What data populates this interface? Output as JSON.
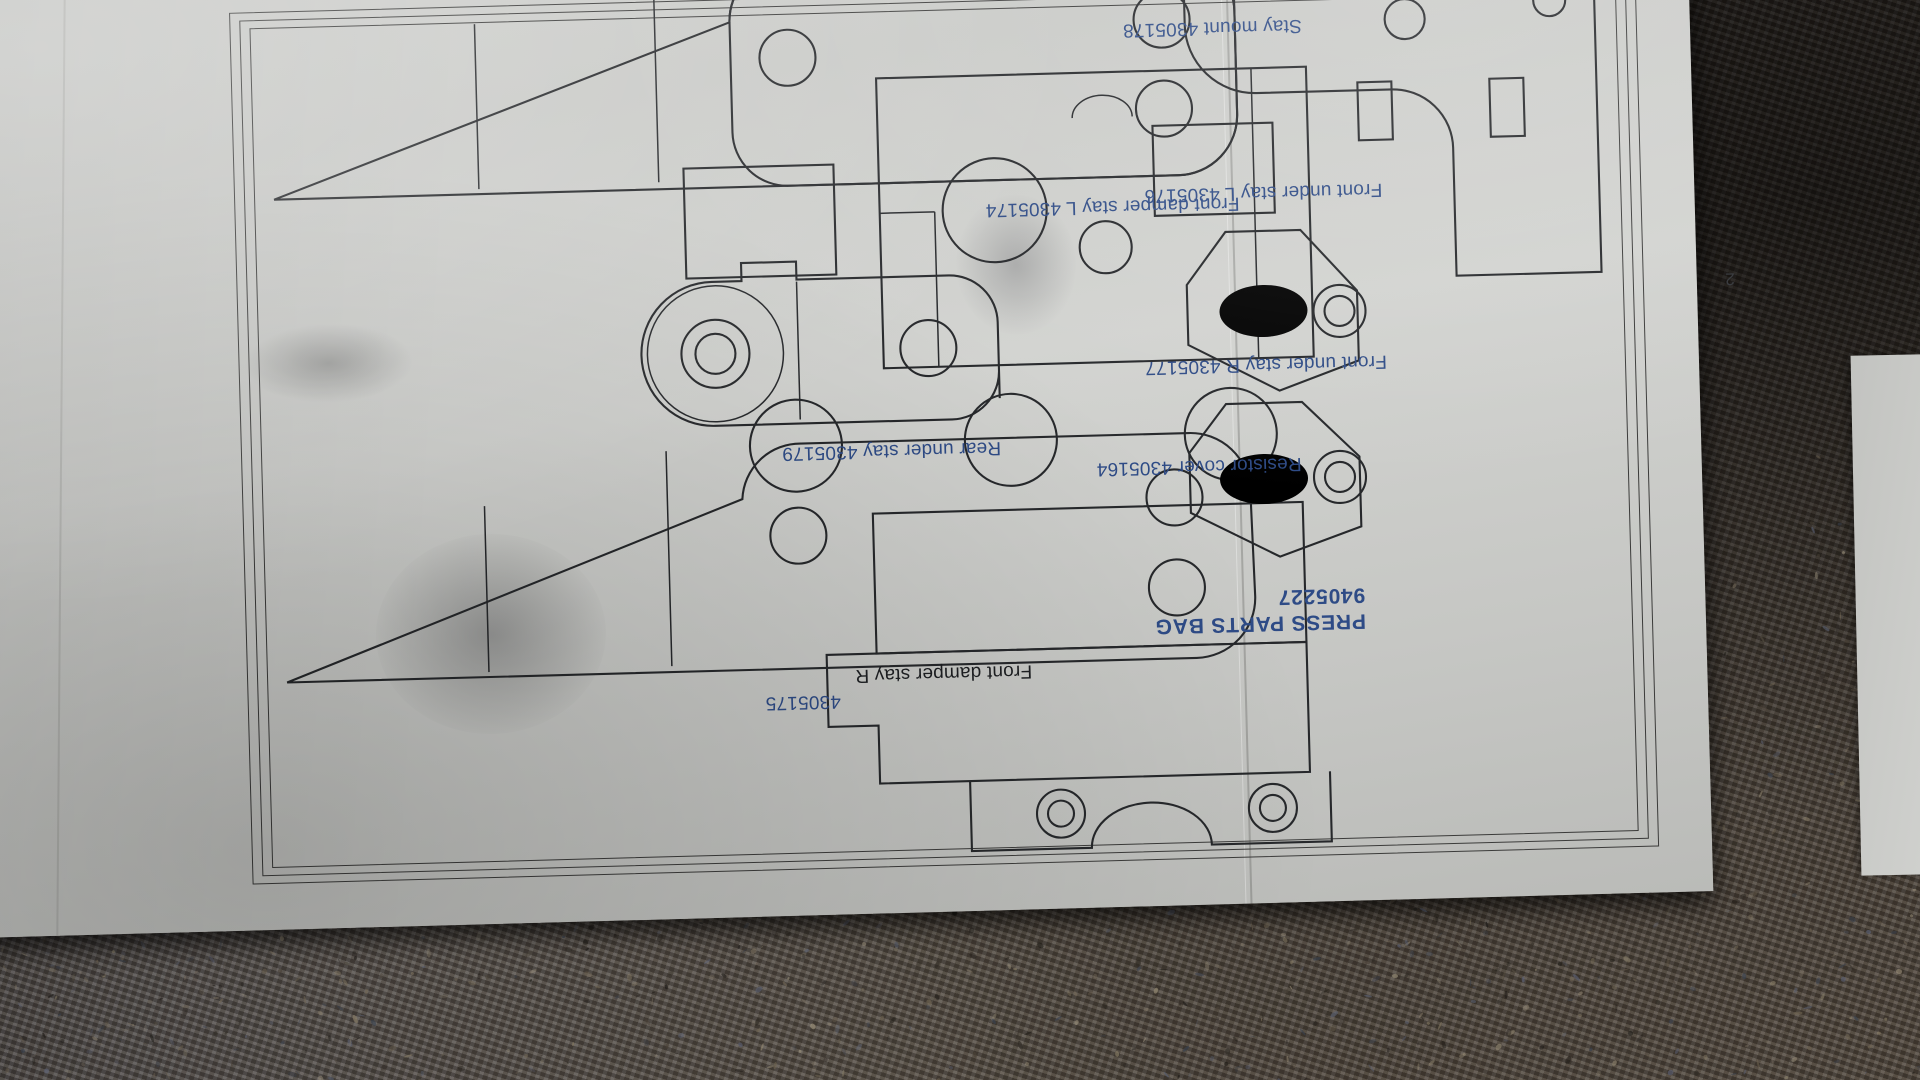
{
  "document": {
    "type": "parts-identification-sheet",
    "orientation": "upside-down",
    "surface": "carpet"
  },
  "parts": [
    {
      "id": "front-damper-stay-l",
      "label": "Front damper stay L  4305174",
      "name": "Front damper stay L",
      "number": "4305174",
      "color": "#2e4b86"
    },
    {
      "id": "rear-under-stay",
      "label": "Rear under stay  4305179",
      "name": "Rear under stay",
      "number": "4305179",
      "color": "#2e4b86"
    },
    {
      "id": "front-damper-stay-r-line1",
      "label": "Front damper stay R",
      "name": "Front damper stay R",
      "number": "4305175",
      "color": "#1d1f22"
    },
    {
      "id": "front-damper-stay-r-line2",
      "label": "4305175",
      "name": "Front damper stay R number",
      "number": "4305175",
      "color": "#2e4b86"
    },
    {
      "id": "stay-mount",
      "label": "Stay mount  4305178",
      "name": "Stay mount",
      "number": "4305178",
      "color": "#2e4b86"
    },
    {
      "id": "resistor-cover",
      "label": "Resistor cover  4305164",
      "name": "Resistor cover",
      "number": "4305164",
      "color": "#2e4b86"
    },
    {
      "id": "front-under-stay-l",
      "label": "Front under stay L  4305176",
      "name": "Front under stay L",
      "number": "4305176",
      "color": "#2e4b86"
    },
    {
      "id": "front-under-stay-r",
      "label": "Front under stay R  4305177",
      "name": "Front under stay R",
      "number": "4305177",
      "color": "#2e4b86"
    }
  ],
  "bag": {
    "title": "PRESS PARTS BAG",
    "number": "9405227",
    "color": "#2e4b86"
  },
  "edge_marks": {
    "right_sliver_text": "2"
  },
  "colors": {
    "paper": "#cfd0cd",
    "ink_black": "#26282b",
    "ink_blue": "#2e4b86",
    "carpet_dark": "#1b1714",
    "carpet_light": "#564b3f"
  }
}
